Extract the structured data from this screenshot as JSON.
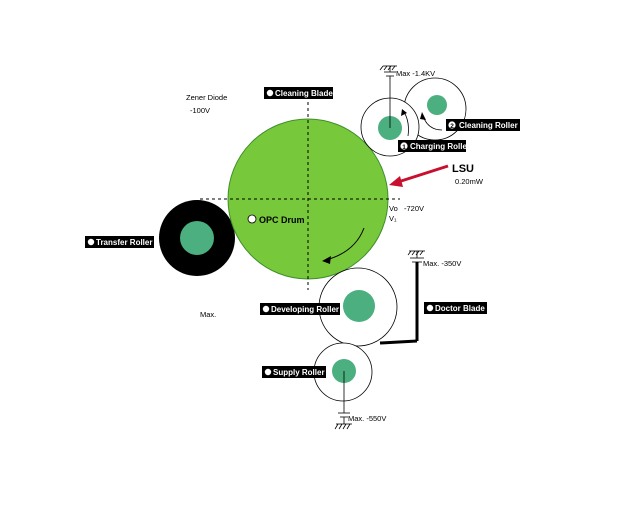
{
  "labels": {
    "cleaning_blade": "Cleaning Blade",
    "cleaning_roller": "Cleaning Roller",
    "cleaning_roller_num": "2",
    "charging_roller": "Charging Roller",
    "charging_roller_num": "1",
    "opc_drum": "OPC Drum",
    "transfer_roller": "Transfer Roller",
    "developing_roller": "Developing Roller",
    "doctor_blade": "Doctor Blade",
    "supply_roller": "Supply Roller",
    "lsu": "LSU",
    "lsu_power": "0.20mW"
  },
  "annotations": {
    "zener_diode": "Zener Diode",
    "zener_voltage": "-100V",
    "charging_voltage": "Max -1.4KV",
    "vo_label": "Vo",
    "vo_value": "-720V",
    "v_label": "V₁",
    "doctor_voltage": "Max. -350V",
    "transfer_max": "Max.",
    "supply_voltage": "Max. -550V"
  },
  "colors": {
    "drum": "#78c83c",
    "roller_core": "#4caf7f",
    "lsu_arrow": "#c8102e",
    "transfer_roller": "#000000"
  }
}
